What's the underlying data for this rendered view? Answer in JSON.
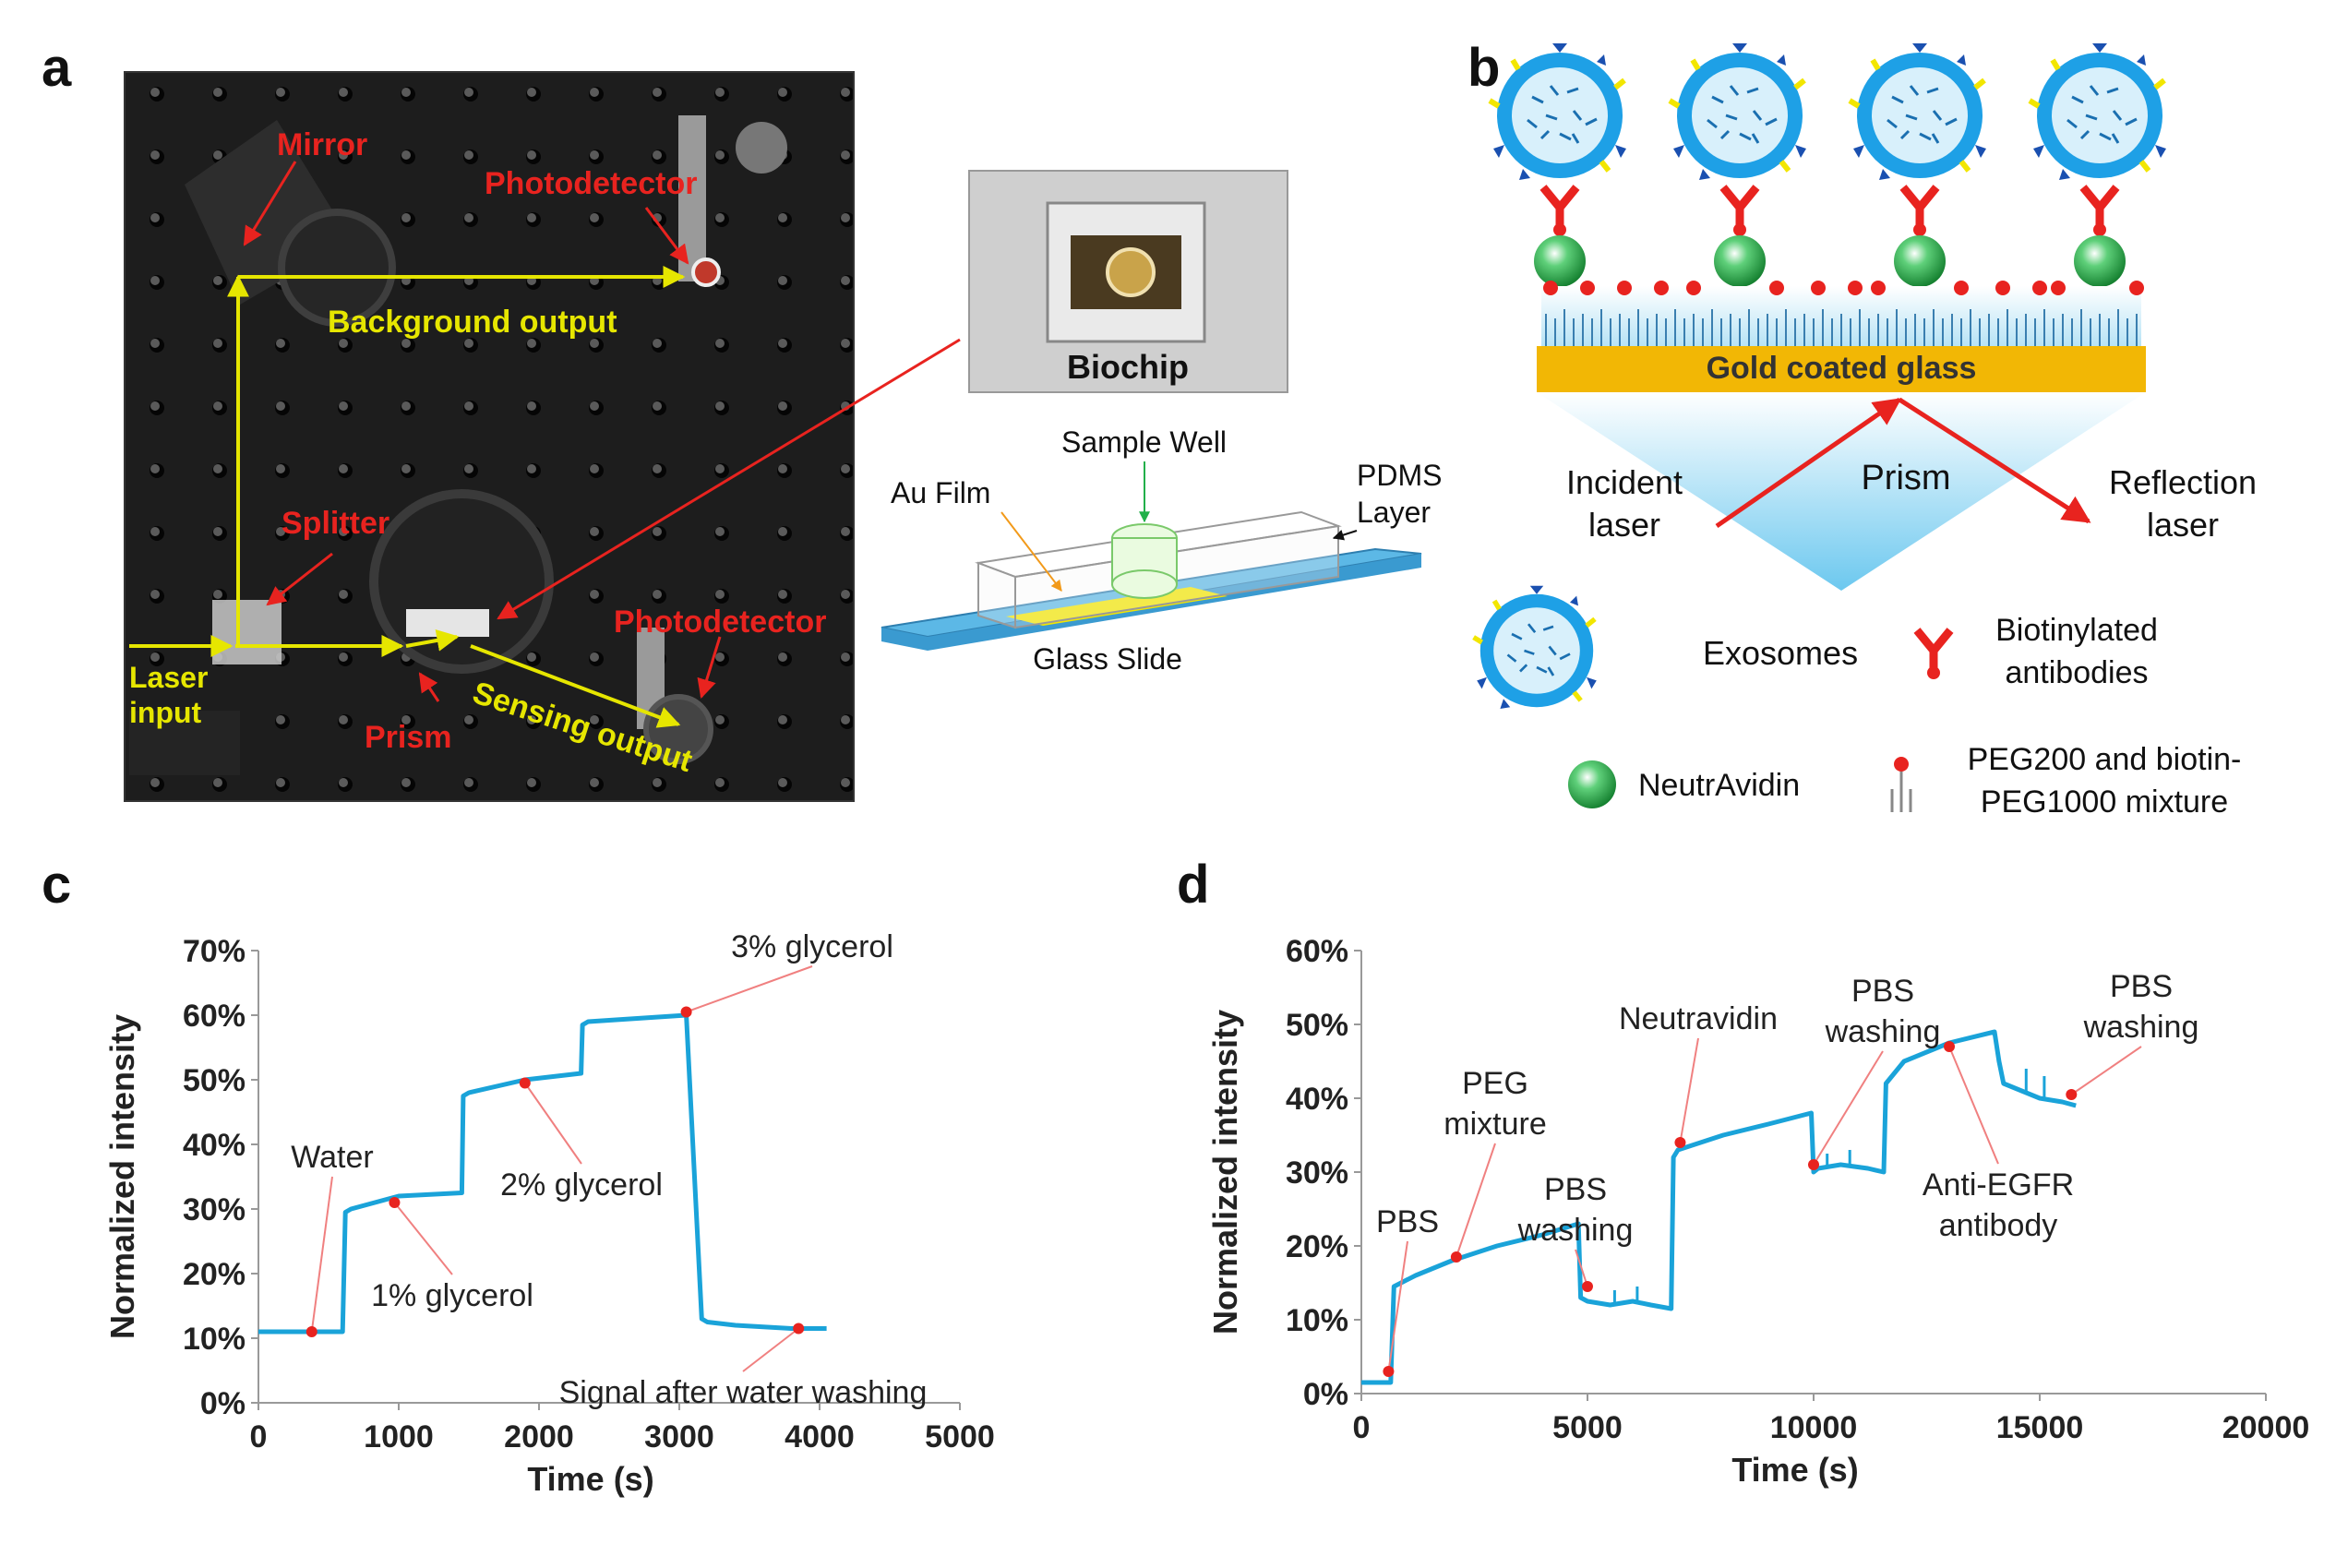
{
  "panels": {
    "a": "a",
    "b": "b",
    "c": "c",
    "d": "d"
  },
  "panel_a": {
    "labels": {
      "mirror": "Mirror",
      "photodetector_top": "Photodetector",
      "background_output": "Background output",
      "splitter": "Splitter",
      "laser_input": "Laser input",
      "prism": "Prism",
      "photodetector_bottom": "Photodetector",
      "sensing_output": "Sensing output",
      "biochip": "Biochip",
      "sample_well": "Sample Well",
      "au_film": "Au Film",
      "pdms_layer": "PDMS Layer",
      "glass_slide": "Glass Slide"
    },
    "colors": {
      "red_label": "#e8231f",
      "yellow_beam": "#e6e600",
      "glass": "#5cb8e6",
      "gold_film": "#f2e600"
    }
  },
  "panel_b": {
    "labels": {
      "gold_coated_glass": "Gold coated glass",
      "prism": "Prism",
      "incident_laser": "Incident laser",
      "reflection_laser": "Reflection laser"
    },
    "legend": {
      "exosomes": "Exosomes",
      "biotinylated_antibodies": "Biotinylated antibodies",
      "neutravidin": "NeutrAvidin",
      "peg_mixture": "PEG200 and biotin-PEG1000 mixture"
    },
    "colors": {
      "exosome": "#1ea0e6",
      "gold": "#f2b705",
      "neutravidin": "#1a9a3a",
      "antibody": "#e8231f",
      "prism": "#8fd3f0"
    }
  },
  "chart_data": [
    {
      "type": "line",
      "panel": "c",
      "xlabel": "Time (s)",
      "ylabel": "Normalized intensity",
      "xlim": [
        0,
        5000
      ],
      "ylim": [
        0,
        70
      ],
      "xticks": [
        0,
        1000,
        2000,
        3000,
        4000,
        5000
      ],
      "yticks": [
        0,
        10,
        20,
        30,
        40,
        50,
        60,
        70
      ],
      "ytick_labels": [
        "0%",
        "10%",
        "20%",
        "30%",
        "40%",
        "50%",
        "60%",
        "70%"
      ],
      "series": [
        {
          "color": "#1aa3d9",
          "x": [
            0,
            600,
            620,
            660,
            1000,
            1450,
            1460,
            1500,
            1900,
            2300,
            2310,
            2350,
            3050,
            3160,
            3200,
            3400,
            3800,
            4050
          ],
          "y": [
            11,
            11,
            29.5,
            30,
            32,
            32.5,
            47.5,
            48,
            50,
            51,
            58.5,
            59,
            60,
            13,
            12.5,
            12,
            11.5,
            11.5
          ]
        }
      ],
      "annotations": [
        {
          "text": "Water",
          "x": 380,
          "y": 11
        },
        {
          "text": "1% glycerol",
          "x": 970,
          "y": 31
        },
        {
          "text": "2% glycerol",
          "x": 1900,
          "y": 49.5
        },
        {
          "text": "3% glycerol",
          "x": 3050,
          "y": 60.5
        },
        {
          "text": "Signal after water washing",
          "x": 3850,
          "y": 11.5
        }
      ]
    },
    {
      "type": "line",
      "panel": "d",
      "xlabel": "Time (s)",
      "ylabel": "Normalized intensity",
      "xlim": [
        0,
        20000
      ],
      "ylim": [
        0,
        60
      ],
      "xticks": [
        0,
        5000,
        10000,
        15000,
        20000
      ],
      "yticks": [
        0,
        10,
        20,
        30,
        40,
        50,
        60
      ],
      "ytick_labels": [
        "0%",
        "10%",
        "20%",
        "30%",
        "40%",
        "50%",
        "60%"
      ],
      "series": [
        {
          "color": "#1aa3d9",
          "x": [
            0,
            650,
            720,
            1200,
            2000,
            3000,
            4000,
            4800,
            4850,
            5000,
            5500,
            6000,
            6400,
            6850,
            6900,
            7000,
            8000,
            9000,
            9950,
            10000,
            10100,
            10600,
            11200,
            11550,
            11600,
            12000,
            13000,
            14000,
            14100,
            14200,
            14600,
            15000,
            15500,
            15800
          ],
          "y": [
            1.5,
            1.5,
            14.5,
            16,
            18,
            20,
            21.5,
            23,
            13,
            12.5,
            12,
            12.5,
            12,
            11.5,
            32,
            33,
            35,
            36.5,
            38,
            30,
            30.5,
            31,
            30.5,
            30,
            42,
            45,
            47.5,
            49,
            45,
            42,
            41,
            40,
            39.5,
            39
          ]
        }
      ],
      "annotations": [
        {
          "text": "PBS",
          "x": 600,
          "y": 3
        },
        {
          "text": "PEG mixture",
          "x": 2100,
          "y": 18.5
        },
        {
          "text": "PBS washing",
          "x": 5000,
          "y": 14.5
        },
        {
          "text": "Neutravidin",
          "x": 7050,
          "y": 34
        },
        {
          "text": "PBS washing",
          "x": 10000,
          "y": 31
        },
        {
          "text": "Anti-EGFR antibody",
          "x": 13000,
          "y": 47
        },
        {
          "text": "PBS washing",
          "x": 15700,
          "y": 40.5
        }
      ]
    }
  ]
}
